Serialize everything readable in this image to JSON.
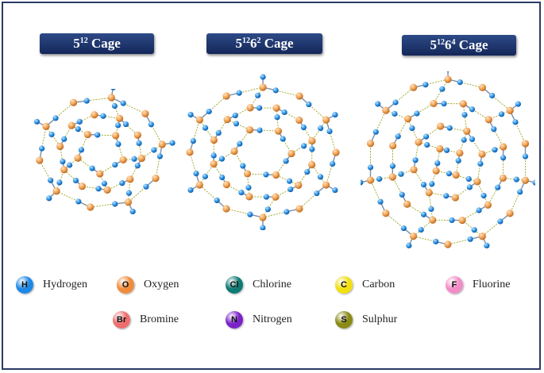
{
  "cages": [
    {
      "base": "5",
      "exp1": "12",
      "mid": "",
      "exp2": "",
      "suffix": " Cage"
    },
    {
      "base": "5",
      "exp1": "12",
      "mid": "6",
      "exp2": "2",
      "suffix": " Cage"
    },
    {
      "base": "5",
      "exp1": "12",
      "mid": "6",
      "exp2": "4",
      "suffix": " Cage"
    }
  ],
  "legend": [
    {
      "symbol": "H",
      "label": "Hydrogen",
      "color": "#1e88e5"
    },
    {
      "symbol": "O",
      "label": "Oxygen",
      "color": "#f08c3c"
    },
    {
      "symbol": "Cl",
      "label": "Chlorine",
      "color": "#0f7a74"
    },
    {
      "symbol": "C",
      "label": "Carbon",
      "color": "#f2df10"
    },
    {
      "symbol": "F",
      "label": "Fluorine",
      "color": "#f48cc8"
    },
    {
      "symbol": "Br",
      "label": "Bromine",
      "color": "#ee6e6e"
    },
    {
      "symbol": "N",
      "label": "Nitrogen",
      "color": "#7a22c8"
    },
    {
      "symbol": "S",
      "label": "Sulphur",
      "color": "#8a8a16"
    }
  ],
  "colors": {
    "oxygen": "#f0a050",
    "hydrogen": "#2a8fe0",
    "hbond": "#9aa420",
    "title_bg": "#1c3470",
    "border": "#2b3a66"
  }
}
